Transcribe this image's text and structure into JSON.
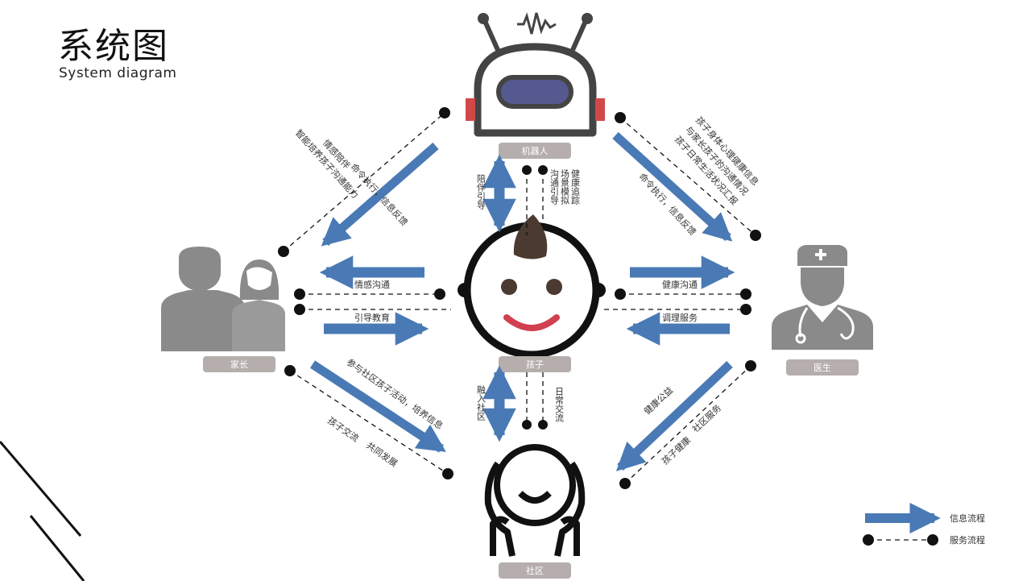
{
  "title": "系统图",
  "subtitle": "System diagram",
  "colors": {
    "info_arrow": "#4a7ab5",
    "service_line": "#111111",
    "label_bg": "#b5aeac",
    "person_gray": "#8a8a8a"
  },
  "nodes": {
    "robot": "机器人",
    "child": "孩子",
    "parent": "家长",
    "doctor": "医生",
    "community": "社区"
  },
  "links": {
    "child_to_parent": "情感沟通",
    "parent_to_child": "引导教育",
    "child_to_doctor": "健康沟通",
    "doctor_to_child": "调理服务",
    "robot_child_left": "陪伴引导",
    "robot_child_right": [
      "健康追踪",
      "场景模拟",
      "沟通引导"
    ],
    "community_child_left": "融入社区",
    "community_child_right": "日常交流",
    "robot_parent_upper": "命令执行，信息反馈",
    "robot_parent_lower": [
      "情感陪伴",
      "智能培养孩子沟通能力"
    ],
    "robot_doctor_upper": [
      "孩子身体心理健康信息",
      "与家长孩子的沟通情况",
      "孩子日常生活状况汇报"
    ],
    "robot_doctor_lower": "命令执行，信息反馈",
    "parent_community_upper": "参与社区孩子活动，培养信息",
    "parent_community_lower": [
      "孩子交流",
      "共同发展"
    ],
    "doctor_community_upper": "健康公益",
    "doctor_community_lower": [
      "孩子健康",
      "社区服务"
    ]
  },
  "legend": {
    "info": "信息流程",
    "service": "服务流程"
  }
}
